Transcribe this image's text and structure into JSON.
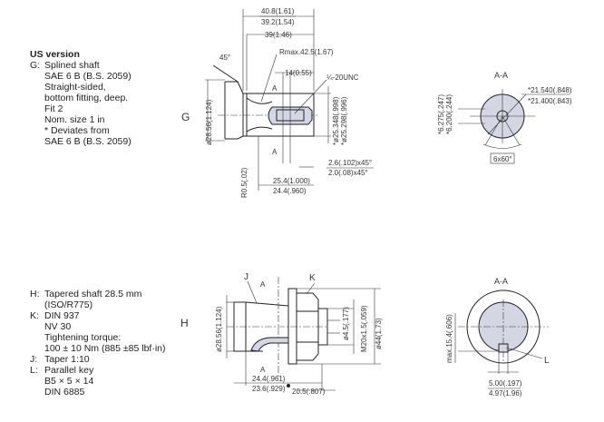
{
  "us_version": {
    "title": "US version",
    "lines": [
      {
        "key": "G:",
        "text": "Splined shaft"
      },
      {
        "key": "",
        "text": "SAE 6 B (B.S. 2059)"
      },
      {
        "key": "",
        "text": "Straight-sided,"
      },
      {
        "key": "",
        "text": "bottom fitting, deep."
      },
      {
        "key": "",
        "text": "Fit 2"
      },
      {
        "key": "",
        "text": "Nom. size 1 in"
      },
      {
        "key": "",
        "text": "* Deviates from"
      },
      {
        "key": "",
        "text": "SAE 6 B (B.S. 2059)"
      }
    ]
  },
  "tapered": {
    "lines": [
      {
        "key": "H:",
        "text": "Tapered shaft 28.5 mm"
      },
      {
        "key": "",
        "text": "(ISO/R775)"
      },
      {
        "key": "K:",
        "text": "DIN 937"
      },
      {
        "key": "",
        "text": "NV 30"
      },
      {
        "key": "",
        "text": "Tightening torque:"
      },
      {
        "key": "",
        "text": "100 ± 10 Nm (885 ±85 lbf·in)"
      },
      {
        "key": "J:",
        "text": "Taper 1:10"
      },
      {
        "key": "L:",
        "text": "Parallel key"
      },
      {
        "key": "",
        "text": "B5 × 5 × 14"
      },
      {
        "key": "",
        "text": "DIN 6885"
      }
    ]
  },
  "drawing_g": {
    "label": "G",
    "dims": {
      "d1a": "40.8(1.61)",
      "d1b": "39.2(1.54)",
      "d2": "39(1.46)",
      "angle": "45°",
      "rmax": "Rmax.42.5(1.67)",
      "d14": "14(0.55)",
      "thread": "¼-20UNC",
      "dia1": "ø28.56(1.124)",
      "dia2a": "*ø25.348(.998)",
      "dia2b": "*ø25.298(.996)",
      "cham_a": "2.6(.102)x45°",
      "cham_b": "2.0(.08)x45°",
      "len_a": "25.4(1.000)",
      "len_b": "24.4(.960)",
      "r": "R0.5(.02)",
      "sec": "A"
    }
  },
  "section_g": {
    "title": "A-A",
    "d_a": "*21.540(.848)",
    "d_b": "*21.400(.843)",
    "w_a": "*6.275(.247)",
    "w_b": "*6.200(.244)",
    "splines": "6x60°"
  },
  "drawing_h": {
    "label": "H",
    "dims": {
      "j": "J",
      "k": "K",
      "sec": "A",
      "dia": "ø28.56(1.124)",
      "key": "ø4.5(.177)",
      "thread": "M20x1.5(.059)",
      "d44": "ø44(1.73)",
      "len_a": "24.4(.961)",
      "len_b": "23.6(.929)",
      "len2": "20.5(.807)"
    }
  },
  "section_h": {
    "title": "A-A",
    "max": "max.15.4(.606)",
    "l": "L",
    "w_a": "5.00(.197)",
    "w_b": "4.97(1.96)"
  }
}
